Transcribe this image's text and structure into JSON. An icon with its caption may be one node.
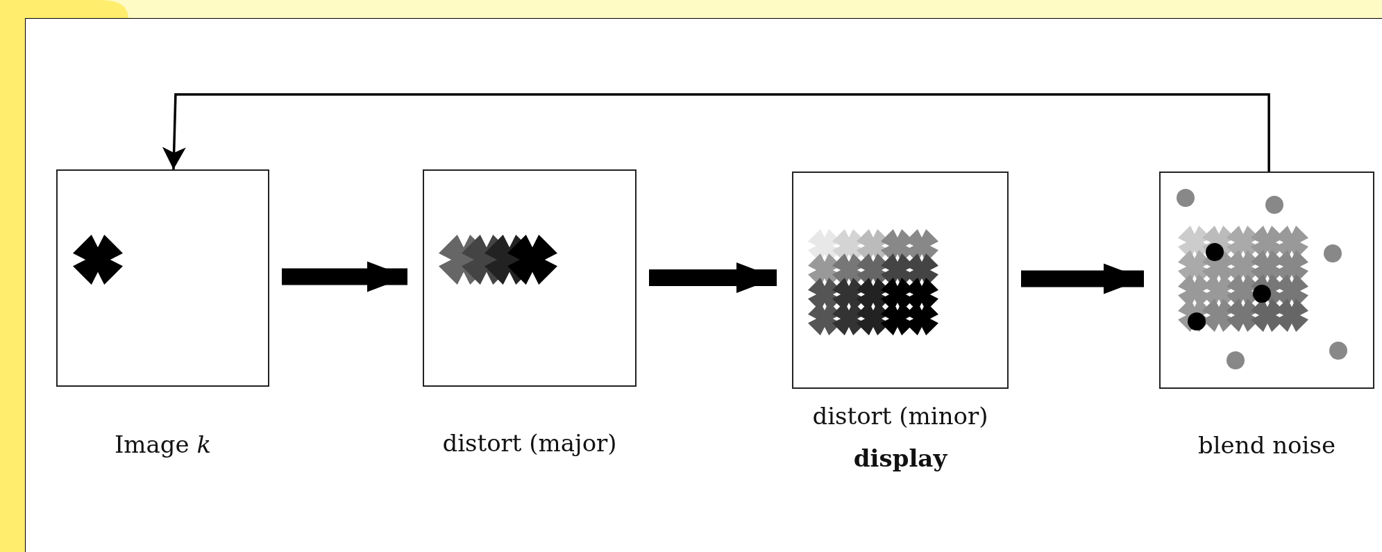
{
  "diagram": {
    "nodes": [
      {
        "text": [
          "Image *k*"
        ]
      },
      {
        "text": [
          "distort (major)"
        ]
      },
      {
        "text": [
          "distort (minor)",
          "display"
        ]
      },
      {
        "text": [
          "blend noise"
        ]
      }
    ],
    "edges": [
      {
        "from": 0,
        "to": 1,
        "arrow": "to"
      },
      {
        "from": 1,
        "to": 2,
        "arrow": "to"
      },
      {
        "from": 2,
        "to": 3,
        "arrow": "to"
      },
      {
        "from": 3,
        "to": 0,
        "arrow": "to"
      }
    ]
  }
}
